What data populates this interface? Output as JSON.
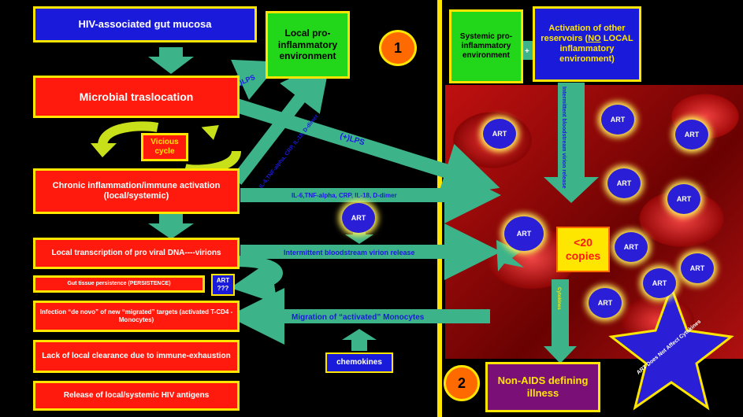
{
  "left": {
    "gut_mucosa": "HIV-associated gut mucosa",
    "local_env": "Local pro-inflammatory environment",
    "microbial": "Microbial traslocation",
    "vicious": "Vicious cycle",
    "chronic": "Chronic inflammation/immune activation (local/systemic)",
    "transcription": "Local transcription of pro viral DNA----virions",
    "persistence": "Gut tissue persistence (PERSISTENCE)",
    "art_q": "ART ???",
    "infection": "Infection “de novo” of new “migrated” targets (activated T-CD4 - Monocytes)",
    "clearance": "Lack of local clearance due to immune-exhaustion",
    "release": "Release of local/systemic HIV antigens"
  },
  "right": {
    "systemic_env": "Systemic pro-inflammatory environment",
    "activation_pre": "Activation of other reservoirs (",
    "activation_no": "NO",
    "activation_post": " LOCAL inflammatory environment)",
    "plus": "+",
    "copies": "<20 copies",
    "non_aids": "Non-AIDS defining illness",
    "star": "ART Does Not Affect Cytokines",
    "vert_release": "Intermittent bloodstream virion release",
    "cytokines_vert": "Cytokines",
    "art_label": "ART"
  },
  "numbers": {
    "one": "1",
    "two": "2"
  },
  "arrows": {
    "lps_small": "(+)LPS",
    "lps_big": "(+)LPS",
    "diag_markers": "IL-6,TNF-alpha, CRP, IL-18, D-dimer",
    "horiz_markers": "IL-6,TNF-alpha, CRP, IL-18, D-dimer",
    "bloodstream": "Intermittent bloodstream virion release",
    "migration": "Migration of “activated” Monocytes",
    "chemokines": "chemokines"
  },
  "colors": {
    "teal": "#3db38a",
    "red": "#ff1a0d",
    "yellow": "#ffe600",
    "blue": "#1a1adb",
    "green": "#22d61a",
    "purple": "#7a0f78"
  }
}
